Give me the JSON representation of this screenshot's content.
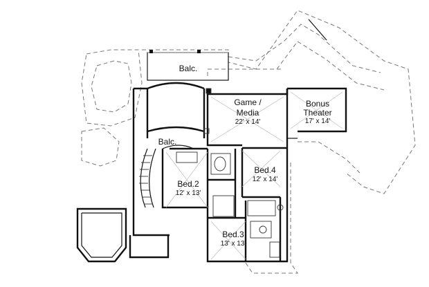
{
  "plan": {
    "rooms": [
      {
        "name": "Balc.",
        "size": ""
      },
      {
        "name": "Game /",
        "name2": "Media",
        "size": "22' x 14'"
      },
      {
        "name": "Bonus",
        "name2": "Theater",
        "size": "17' x 14'"
      },
      {
        "name": "Balc.",
        "size": ""
      },
      {
        "name": "Bed.4",
        "size": "12' x 14'"
      },
      {
        "name": "Bed.2",
        "size": "12' x 13'"
      },
      {
        "name": "Bed.3",
        "size": "13' x 13'"
      }
    ]
  }
}
